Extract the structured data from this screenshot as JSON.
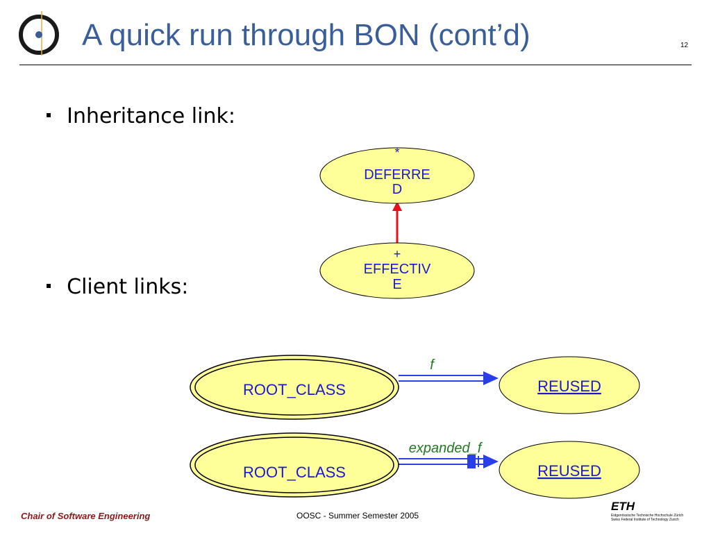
{
  "slide": {
    "title": "A quick run through BON (cont’d)",
    "page_number": "12"
  },
  "bullets": [
    {
      "text": "Inheritance link:"
    },
    {
      "text": "Client links:"
    }
  ],
  "bullet_marker": "▪",
  "diagram": {
    "deferred": {
      "marker": "*",
      "line1": "DEFERRE",
      "line2": "D"
    },
    "effective": {
      "marker": "+",
      "line1": "EFFECTIV",
      "line2": "E"
    },
    "client_link_1": {
      "source": "ROOT_CLASS",
      "target": "REUSED",
      "label": "f"
    },
    "client_link_2": {
      "source": "ROOT_CLASS",
      "target": "REUSED",
      "label": "expanded_f"
    },
    "colors": {
      "class_fill": "#ffff99",
      "class_text": "#1a1acc",
      "inheritance_arrow": "#e8101a",
      "client_arrow": "#2a3ee8",
      "link_label": "#207a20"
    }
  },
  "footer": {
    "chair": "Chair of Software Engineering",
    "course": "OOSC - Summer Semester 2005",
    "eth_logo_text": "ETH",
    "eth_line1": "Eidgenössische Technische Hochschule Zürich",
    "eth_line2": "Swiss Federal Institute of Technology Zurich"
  }
}
